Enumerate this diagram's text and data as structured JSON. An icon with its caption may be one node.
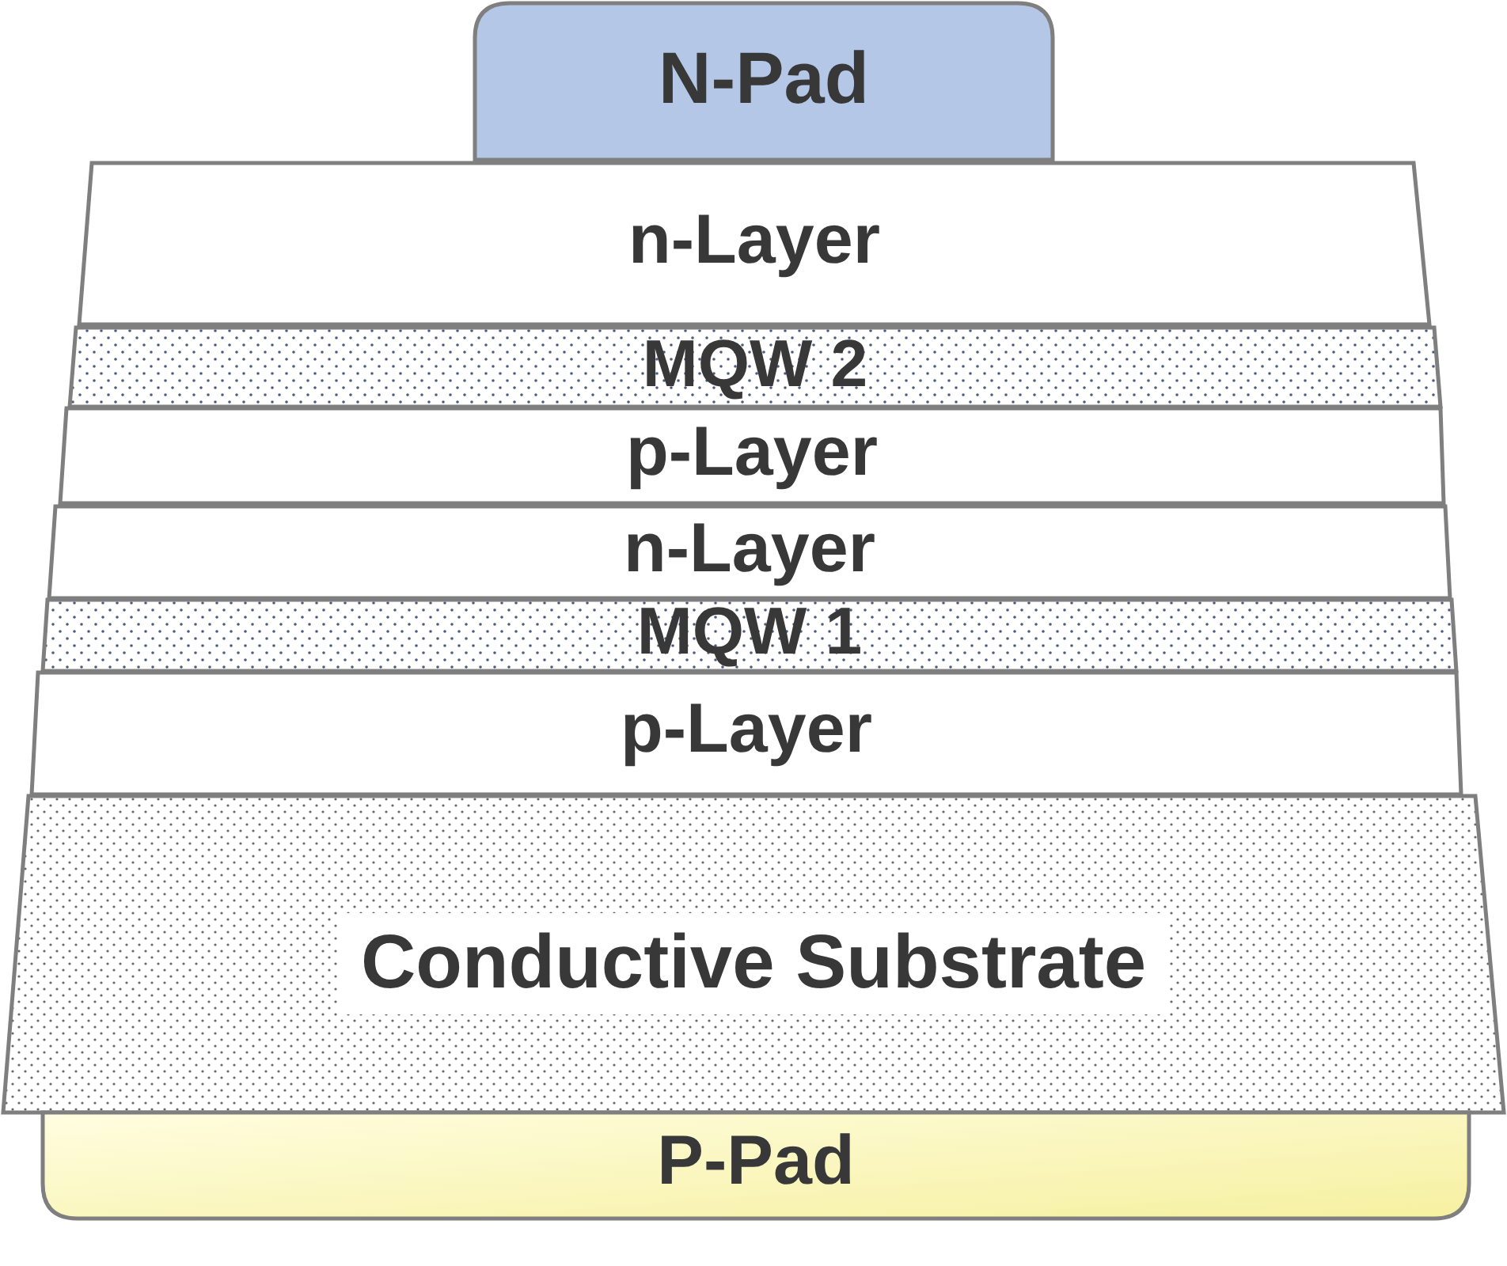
{
  "diagram": {
    "nodes": [
      {
        "text": [
          "N-Pad"
        ]
      },
      {
        "text": [
          "n-Layer"
        ]
      },
      {
        "text": [
          "MQW 2"
        ]
      },
      {
        "text": [
          "p-Layer"
        ]
      },
      {
        "text": [
          "n-Layer"
        ]
      },
      {
        "text": [
          "MQW 1"
        ]
      },
      {
        "text": [
          "p-Layer"
        ]
      },
      {
        "text": [
          "Conductive Substrate"
        ]
      },
      {
        "text": [
          "P-Pad"
        ]
      }
    ]
  }
}
